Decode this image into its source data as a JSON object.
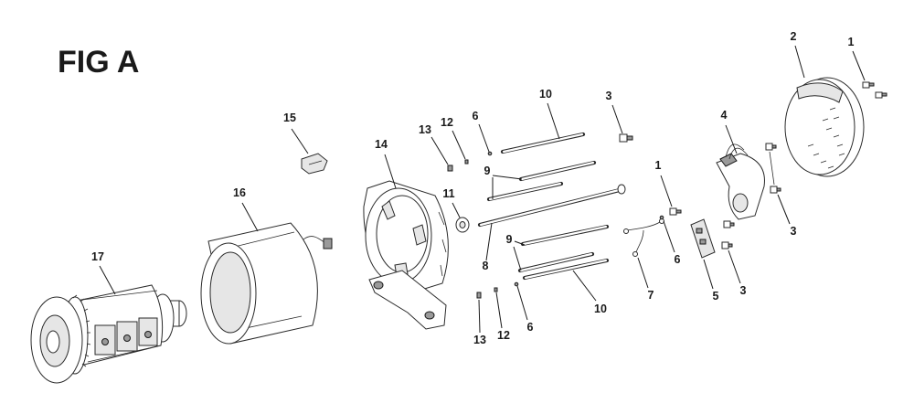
{
  "figure": {
    "title": "FIG A"
  },
  "callouts": {
    "c1a": "1",
    "c1b": "1",
    "c2": "2",
    "c3a": "3",
    "c3b": "3",
    "c3c": "3",
    "c4": "4",
    "c5": "5",
    "c6a": "6",
    "c6b": "6",
    "c6c": "6",
    "c7": "7",
    "c8": "8",
    "c9a": "9",
    "c9b": "9",
    "c10a": "10",
    "c10b": "10",
    "c11": "11",
    "c12a": "12",
    "c12b": "12",
    "c13a": "13",
    "c13b": "13",
    "c14": "14",
    "c15": "15",
    "c16": "16",
    "c17": "17"
  }
}
